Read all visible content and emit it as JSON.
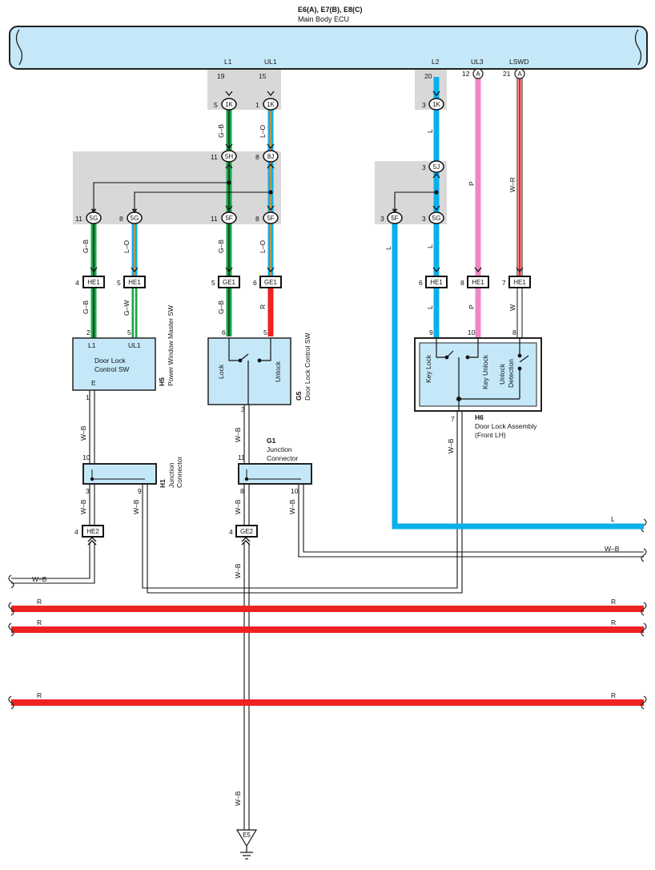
{
  "header": {
    "ecu_code": "E6(A), E7(B), E8(C)",
    "ecu_name": "Main Body ECU"
  },
  "ecu_terms": {
    "l1": "L1",
    "ul1": "UL1",
    "l2": "L2",
    "ul3": "UL3",
    "lswd": "LSWD"
  },
  "ecu_pins": {
    "p19": "19",
    "p15": "15",
    "p20": "20",
    "p12": "12",
    "p21": "21"
  },
  "pin_marks": {
    "a": "A"
  },
  "connectors": {
    "k1": "1K",
    "h5": "5H",
    "j8": "8J",
    "g5": "5G",
    "f5": "5F",
    "j5": "5J",
    "he1": "HE1",
    "ge1": "GE1",
    "he2": "HE2",
    "ge2": "GE2"
  },
  "pins": {
    "n1": "1",
    "n2": "2",
    "n3": "3",
    "n4": "4",
    "n5": "5",
    "n6": "6",
    "n7": "7",
    "n8": "8",
    "n9": "9",
    "n10": "10",
    "n11": "11"
  },
  "wires": {
    "gb": "G–B",
    "lo": "L–O",
    "l": "L",
    "p": "P",
    "wr": "W–R",
    "gw": "G–W",
    "r": "R",
    "w": "W",
    "wb": "W–B"
  },
  "h5": {
    "code": "H5",
    "name": "Power Window Master SW",
    "inner": "Door Lock Control SW",
    "term_l1": "L1",
    "term_ul1": "UL1",
    "term_e": "E"
  },
  "g5": {
    "code": "G5",
    "name": "Door Lock Control SW",
    "lock": "Lock",
    "unlock": "Unlock"
  },
  "h6": {
    "code": "H6",
    "name": "Door Lock Assembly",
    "sub": "(Front LH)",
    "key_lock": "Key Lock",
    "key_unlock": "Key Unlock",
    "unlock_det_1": "Unlock",
    "unlock_det_2": "Detection"
  },
  "h1": {
    "code": "H1",
    "name": "Junction",
    "name2": "Connector"
  },
  "g1": {
    "code": "G1",
    "name": "Junction",
    "name2": "Connector"
  },
  "ground": {
    "code": "E5"
  },
  "colors": {
    "blue": "#0ab0ea",
    "green": "#1aa84a",
    "red": "#ee2222",
    "pink": "#ee88c4",
    "box_fill": "#c5e8f8",
    "shade": "#d8d8d8"
  }
}
